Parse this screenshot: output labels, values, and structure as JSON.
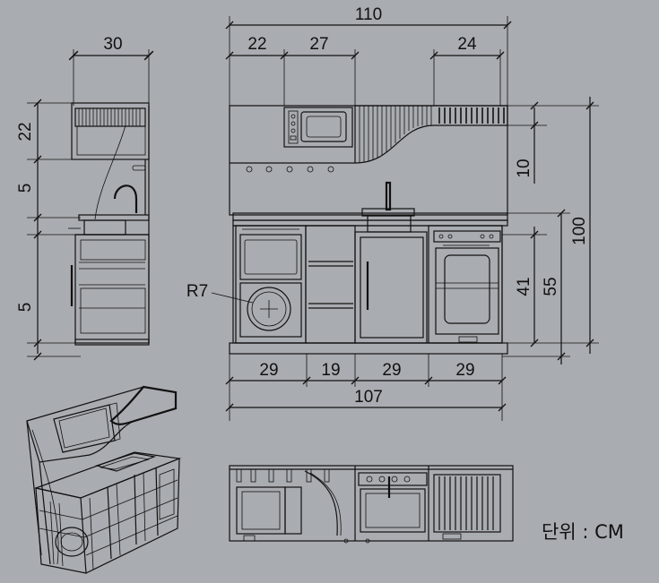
{
  "dimensions": {
    "side_width": "30",
    "side_top_height": "22",
    "side_gap_upper": "5",
    "side_gap_lower": "5",
    "overall_width": "110",
    "top_left": "22",
    "top_mid": "27",
    "top_right": "24",
    "right_top": "10",
    "right_overall": "100",
    "right_lower": "55",
    "right_oven": "41",
    "radius_label": "R7",
    "bottom_a": "29",
    "bottom_b": "19",
    "bottom_c": "29",
    "bottom_d": "29",
    "bottom_overall": "107"
  },
  "unit_label": "단위 : CM"
}
